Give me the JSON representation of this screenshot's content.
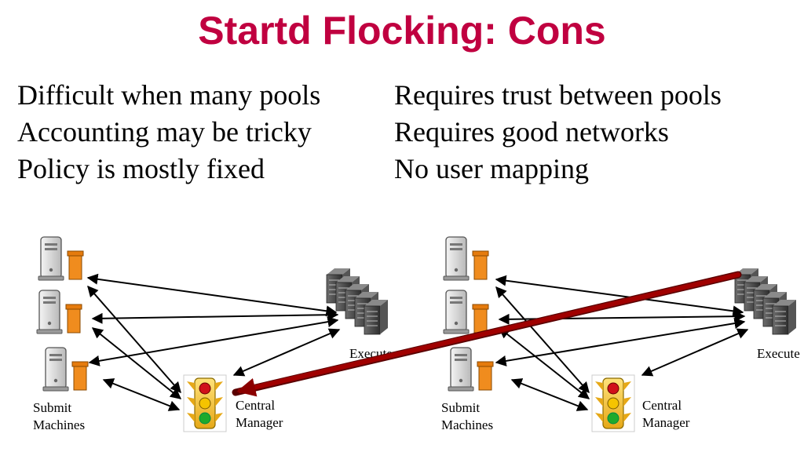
{
  "title": "Startd Flocking: Cons",
  "cons_left": [
    "Difficult when many pools",
    "Accounting may be tricky",
    "Policy is mostly fixed"
  ],
  "cons_right": [
    "Requires trust between pools",
    "Requires good networks",
    "No user mapping"
  ],
  "diagram": {
    "pools": [
      {
        "submit_label_line1": "Submit",
        "submit_label_line2": "Machines",
        "manager_label_line1": "Central",
        "manager_label_line2": "Manager",
        "execute_label": "Execute"
      },
      {
        "submit_label_line1": "Submit",
        "submit_label_line2": "Machines",
        "manager_label_line1": "Central",
        "manager_label_line2": "Manager",
        "execute_label": "Execute"
      }
    ],
    "icons": {
      "submit": "server-icon",
      "queue": "job-queue-icon",
      "manager": "traffic-light-icon",
      "execute": "server-rack-icon"
    },
    "colors": {
      "title": "#c00040",
      "flock_arrow": "#a00000",
      "queue": "#f08c1e"
    }
  }
}
